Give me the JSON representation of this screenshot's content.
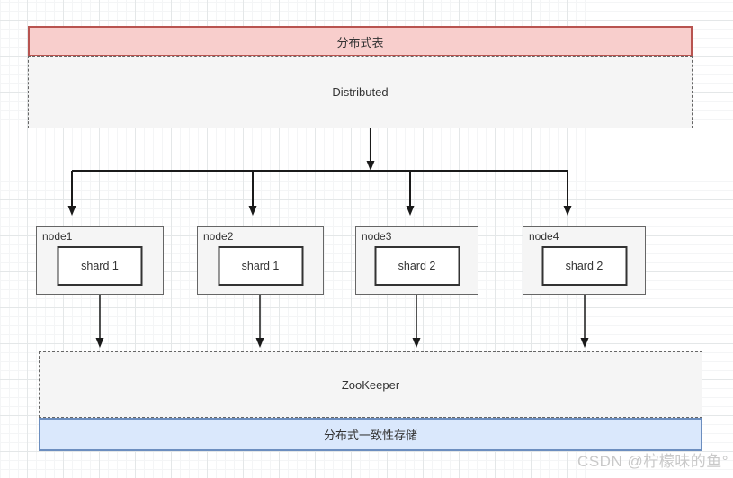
{
  "diagram": {
    "top_banner": {
      "label": "分布式表"
    },
    "distributed_box": {
      "label": "Distributed"
    },
    "nodes": [
      {
        "name": "node1",
        "shard": "shard 1"
      },
      {
        "name": "node2",
        "shard": "shard 1"
      },
      {
        "name": "node3",
        "shard": "shard 2"
      },
      {
        "name": "node4",
        "shard": "shard 2"
      }
    ],
    "zookeeper_box": {
      "label": "ZooKeeper"
    },
    "bottom_banner": {
      "label": "分布式一致性存储"
    },
    "watermark": "CSDN @柠檬味的鱼°",
    "colors": {
      "pink_fill": "#f8cecc",
      "pink_border": "#b85450",
      "blue_fill": "#dae8fc",
      "blue_border": "#6c8ebf",
      "box_fill": "#f5f5f5",
      "dashed_border": "#666666",
      "node_border": "#666666",
      "shard_border": "#333333",
      "arrow": "#1a1a1a",
      "text": "#333333",
      "watermark_color": "#c9c9c9"
    }
  }
}
